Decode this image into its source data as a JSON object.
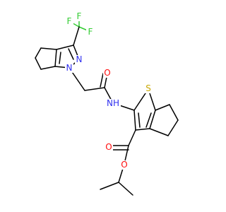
{
  "molecule": {
    "atom_labels": {
      "f1": "F",
      "f2": "F",
      "f3": "F",
      "n_pyrazole_2": "N",
      "n_pyrazole_1": "N",
      "o_amide": "O",
      "nh_amide": "NH",
      "s_thiophene": "S",
      "o_ester_carbonyl": "O",
      "o_ester_ether": "O"
    },
    "colors": {
      "carbon": "#000000",
      "fluorine": "#33CC33",
      "nitrogen": "#3030F0",
      "oxygen": "#FF0D0D",
      "sulfur": "#C8A800"
    }
  }
}
